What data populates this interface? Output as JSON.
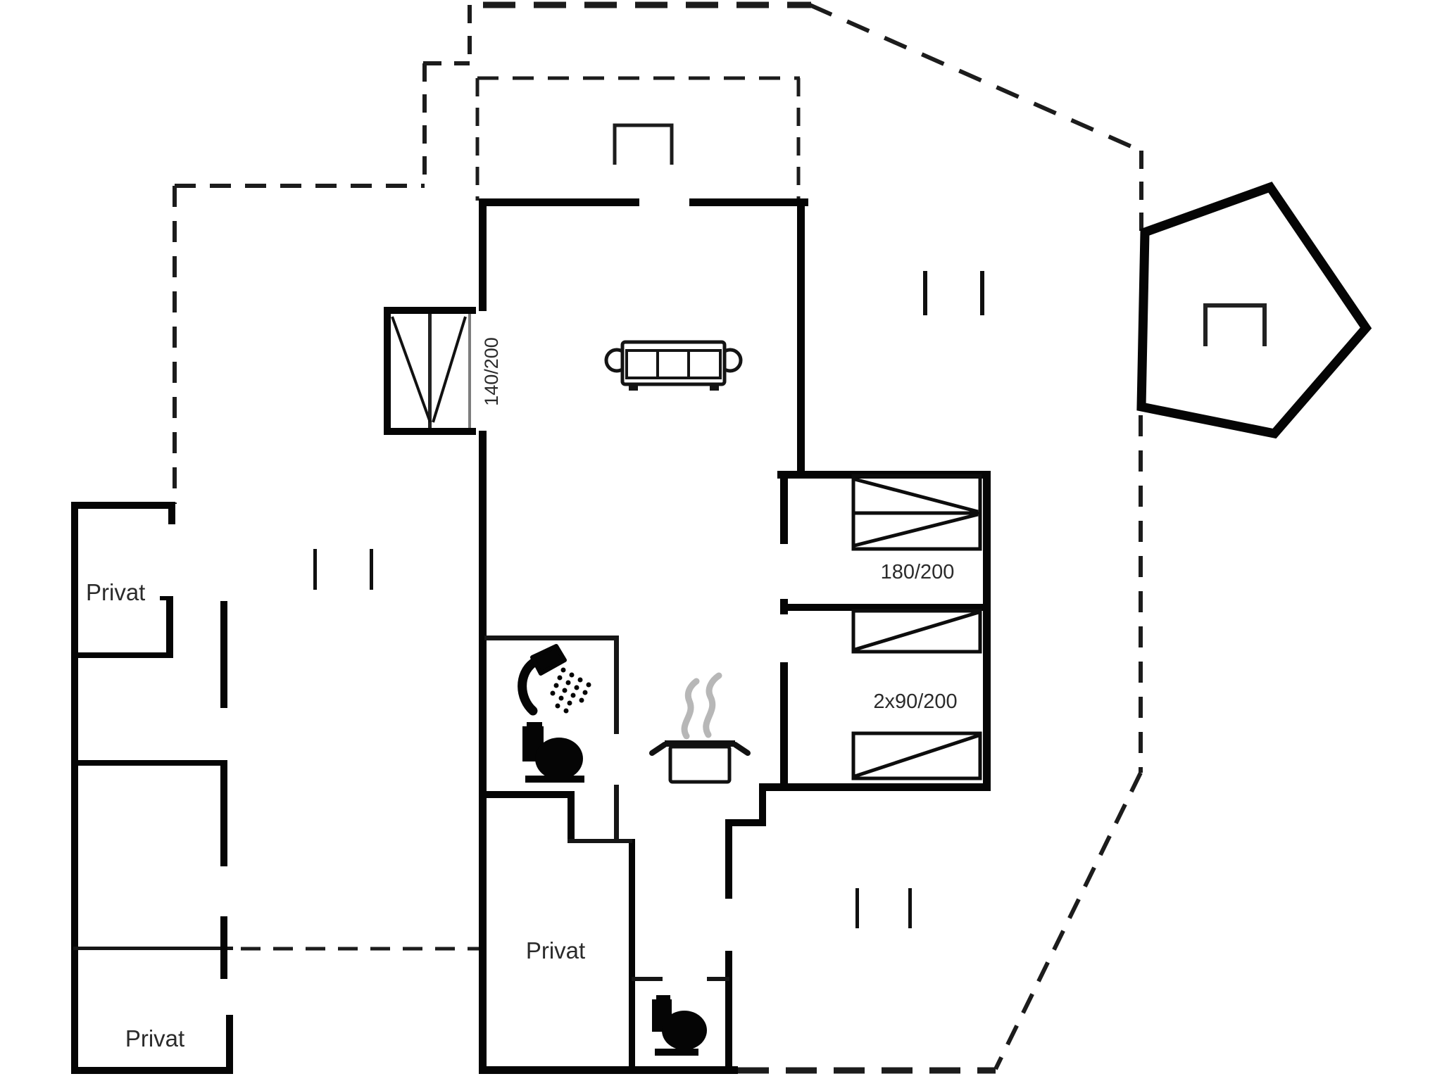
{
  "floorplan": {
    "rooms": {
      "upper_left_label": "Privat",
      "utility_label": "Privat",
      "lower_left_label": "Privat"
    },
    "dimensions": {
      "window": "140/200",
      "double_bed": "180/200",
      "twin_beds": "2x90/200"
    },
    "colors": {
      "wall": "#050505",
      "thin_wall": "#161616",
      "boundary_dash": "#1c1c1c",
      "steam": "#b7b7b7",
      "text": "#2b2b2b",
      "background": "#ffffff"
    },
    "icons": [
      "sofa-icon",
      "stove-pot-icon",
      "shower-icon",
      "toilet-icon",
      "bed-symbol",
      "window-symbol",
      "gazebo-pentagon"
    ]
  }
}
